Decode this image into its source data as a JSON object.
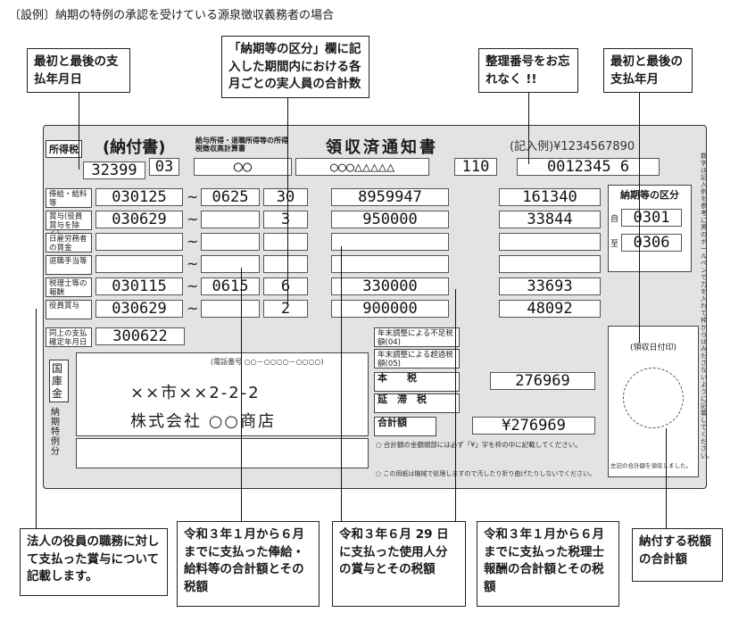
{
  "header": {
    "example_title": "〔設例〕納期の特例の承認を受けている源泉徴収義務者の場合"
  },
  "callouts": {
    "first_last_date": "最初と最後の支払年月日",
    "kubun_note": "「納期等の区分」欄に記入した期間内における各月ごとの実人員の合計数",
    "seiri_note": "整理番号をお忘れなく !!",
    "first_last_month": "最初と最後の支払年月",
    "officer_bonus": "法人の役員の職務に対して支払った賞与について記載します。",
    "salary_total": "令和３年１月から６月までに支払った俸給・給料等の合計額とその税額",
    "bonus_total": "令和３年６月 29 日に支払った使用人分の賞与とその税額",
    "tax_accountant": "令和３年１月から６月までに支払った税理士報酬の合計額とその税額",
    "total_tax": "納付する税額の合計額"
  },
  "form": {
    "doc_title": "(納付書)",
    "receipt_title": "領収済通知書",
    "badge_top": "所得税",
    "badge_sub": "徴収高計算書",
    "tax_type": "給与所得・退職所得等の所得税徴収高計算書",
    "kubun_label": "納期等の区分",
    "office_code": "32399",
    "year_code": "03",
    "payer_code": "○○",
    "zeimusho": "○○○△△△△△",
    "kamoku": "110",
    "seiri_number": "0012345 6",
    "sample_number": "(記入例)¥1234567890",
    "kubun_from": "0301",
    "kubun_to": "0306",
    "kubun_from_label": "自",
    "kubun_to_label": "至",
    "address": "××市××2-2-2",
    "company": "株式会社 ○○商店",
    "phone": "(電話番号 ○○－○○○○－○○○○)",
    "pay_date_label": "同上の支払確定年月日",
    "pay_date": "300622",
    "rows": [
      {
        "label": "俸給・給料等",
        "from": "030125",
        "to": "0625",
        "people": "30",
        "amount": "8959947",
        "tax": "161340"
      },
      {
        "label": "賞与(役員賞与を除く)",
        "from": "030629",
        "to": "",
        "people": "3",
        "amount": "950000",
        "tax": "33844"
      },
      {
        "label": "日雇労務者の賃金",
        "from": "",
        "to": "",
        "people": "",
        "amount": "",
        "tax": ""
      },
      {
        "label": "退職手当等",
        "from": "",
        "to": "",
        "people": "",
        "amount": "",
        "tax": ""
      },
      {
        "label": "税理士等の報酬",
        "from": "030115",
        "to": "0615",
        "people": "6",
        "amount": "330000",
        "tax": "33693"
      },
      {
        "label": "役員賞与",
        "from": "030629",
        "to": "",
        "people": "2",
        "amount": "900000",
        "tax": "48092"
      }
    ],
    "adjust_short": "年末調整による不足税額(04)",
    "adjust_over": "年末調整による超過税額(05)",
    "honzei_label": "本　　税",
    "honzei": "276969",
    "entai_label": "延　滞　税",
    "total_label": "合計額",
    "total": "¥276969",
    "note1": "○ 合計額の金額頭部には必ず「¥」字を枠の中に記載してください。",
    "note2": "○ この用紙は機械で処理しますので汚したり折り曲げたりしないでください。",
    "receipt_date": "(領収日付印)",
    "bank_stamp": "国庫金",
    "nouki": "納期特例分",
    "side_note": "数字は記入例を参考に黒のボールペンで力を入れて枠からはみださないように記載してください。",
    "left_note": "左記の合計額を領収しました。"
  },
  "colors": {
    "form_bg": "#e3e3e3",
    "line": "#111111"
  }
}
